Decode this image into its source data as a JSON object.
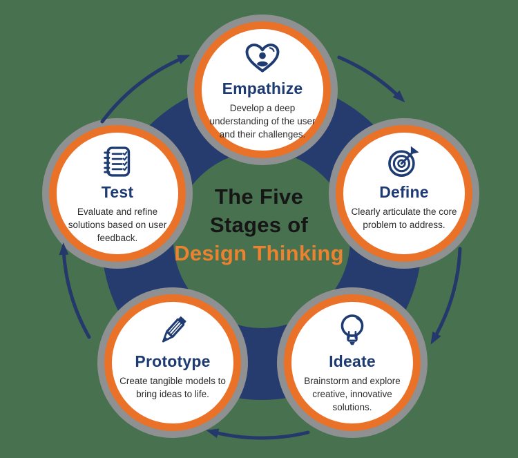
{
  "title": {
    "line1": "The Five",
    "line2": "Stages of",
    "line3": "Design Thinking"
  },
  "stages": [
    {
      "id": "empathize",
      "label": "Empathize",
      "description": "Develop a deep understanding of the user and their challenges.",
      "icon": "heart-user-icon"
    },
    {
      "id": "define",
      "label": "Define",
      "description": "Clearly articulate the core problem to address.",
      "icon": "target-dart-icon"
    },
    {
      "id": "ideate",
      "label": "Ideate",
      "description": "Brainstorm and explore creative, innovative solutions.",
      "icon": "lightbulb-icon"
    },
    {
      "id": "prototype",
      "label": "Prototype",
      "description": "Create tangible models to bring ideas to life.",
      "icon": "pencil-icon"
    },
    {
      "id": "test",
      "label": "Test",
      "description": "Evaluate and refine solutions based on user feedback.",
      "icon": "notepad-checklist-icon"
    }
  ],
  "colors": {
    "bg": "#47714F",
    "navy": "#263C6F",
    "navy-icon": "#1F3C72",
    "navy-text": "#1E3A72",
    "orange": "#EA7128",
    "orange-title": "#EA822F",
    "gray": "#8E9092",
    "black": "#161616",
    "body": "#2B2B2B"
  }
}
